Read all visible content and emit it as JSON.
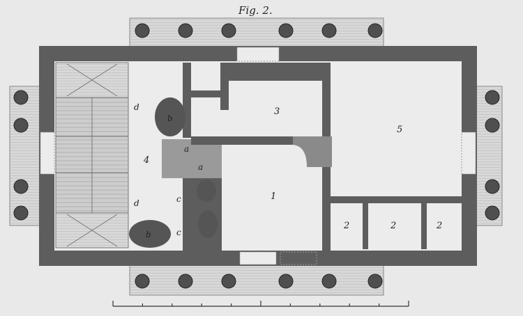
{
  "figure": {
    "title": "Fig. 2."
  },
  "rooms": {
    "r1": "1",
    "r2a": "2",
    "r2b": "2",
    "r2c": "2",
    "r3": "3",
    "r4": "4",
    "r5": "5"
  },
  "marks": {
    "a1": "a",
    "a2": "a",
    "b1": "b",
    "b2": "b",
    "c1": "c",
    "c2": "c",
    "d1": "d",
    "d2": "d"
  },
  "colors": {
    "wall": "#5d5d5d",
    "paper": "#ececec",
    "stair": "#cfcfcf",
    "column": "#6a6a6a",
    "portico": "#dcdcdc"
  }
}
